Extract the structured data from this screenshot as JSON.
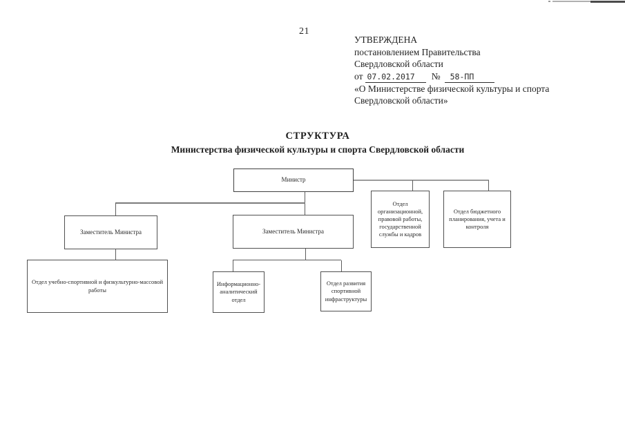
{
  "page_number": "21",
  "approval_block": {
    "line1": "УТВЕРЖДЕНА",
    "line2": "постановлением Правительства",
    "line3": "Свердловской области",
    "line4": {
      "prefix": "от",
      "date": "07.02.2017",
      "number_sign": "№",
      "number": "58-ПП"
    },
    "line5": "«О Министерстве физической культуры и спорта",
    "line6": "Свердловской области»"
  },
  "title": {
    "heading": "СТРУКТУРА",
    "subheading": "Министерства физической культуры и спорта Свердловской области"
  },
  "org_chart": {
    "minister": "Министр",
    "deputy_left": "Заместитель Министра",
    "deputy_center": "Заместитель Министра",
    "dept_org_legal": "Отдел организационной, правовой работы, государственной службы и кадров",
    "dept_budget": "Отдел бюджетного планирования, учета и контроля",
    "dept_training_mass": "Отдел учебно-спортивной и физкультурно-массовой работы",
    "dept_info_analytics": "Информационно-аналитический отдел",
    "dept_sport_infra": "Отдел развития спортивной инфраструктуры"
  },
  "colors": {
    "paper": "#ffffff",
    "ink": "#1f1f1f",
    "box_border": "#4f4f4f",
    "connector": "#5c5c5c"
  }
}
